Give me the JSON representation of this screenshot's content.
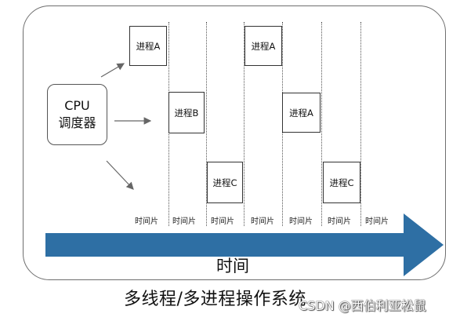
{
  "cpu": {
    "line1": "CPU",
    "line2": "调度器"
  },
  "processes": [
    {
      "label": "进程A"
    },
    {
      "label": "进程B"
    },
    {
      "label": "进程C"
    },
    {
      "label": "进程A"
    },
    {
      "label": "进程A"
    },
    {
      "label": "进程C"
    }
  ],
  "time_slices": [
    "时间片",
    "时间片",
    "时间片",
    "时间片",
    "时间片",
    "时间片",
    "时间片"
  ],
  "time_axis_label": "时间",
  "caption": "多线程/多进程操作系统",
  "watermark": "CSDN @西伯利亚松鼠",
  "colors": {
    "timeline_arrow": "#2e6fa4"
  }
}
